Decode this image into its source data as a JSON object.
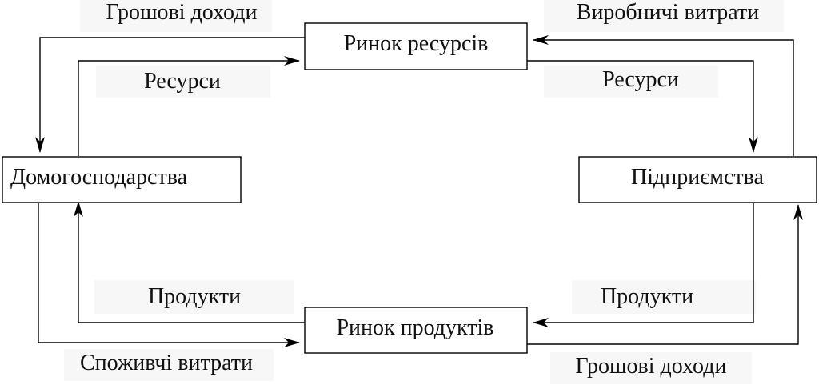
{
  "nodes": {
    "resource_market": "Ринок ресурсів",
    "households": "Домогосподарства",
    "firms": "Підприємства",
    "product_market": "Ринок продуктів"
  },
  "flows": {
    "top_left_money": "Грошові доходи",
    "top_left_resources": "Ресурси",
    "top_right_costs": "Виробничі витрати",
    "top_right_resources": "Ресурси",
    "bottom_left_products": "Продукти",
    "bottom_left_spending": "Споживчі витрати",
    "bottom_right_products": "Продукти",
    "bottom_right_money": "Грошові доходи"
  }
}
